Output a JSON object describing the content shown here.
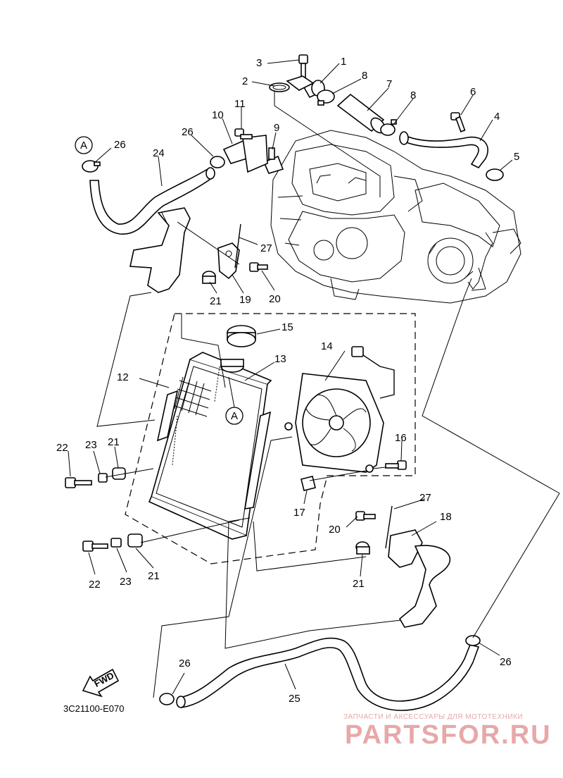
{
  "diagram_code": "3C21100-E070",
  "fwd_label": "FWD",
  "ref_marker": "A",
  "callouts": [
    "1",
    "2",
    "3",
    "4",
    "5",
    "6",
    "7",
    "8",
    "9",
    "10",
    "11",
    "12",
    "13",
    "14",
    "15",
    "16",
    "17",
    "18",
    "19",
    "20",
    "21",
    "22",
    "23",
    "24",
    "25",
    "26",
    "27"
  ],
  "watermark": {
    "tagline": "ЗАПЧАСТИ И АКСЕССУАРЫ ДЛЯ МОТОТЕХНИКИ",
    "brand": "PARTSFOR.RU"
  }
}
